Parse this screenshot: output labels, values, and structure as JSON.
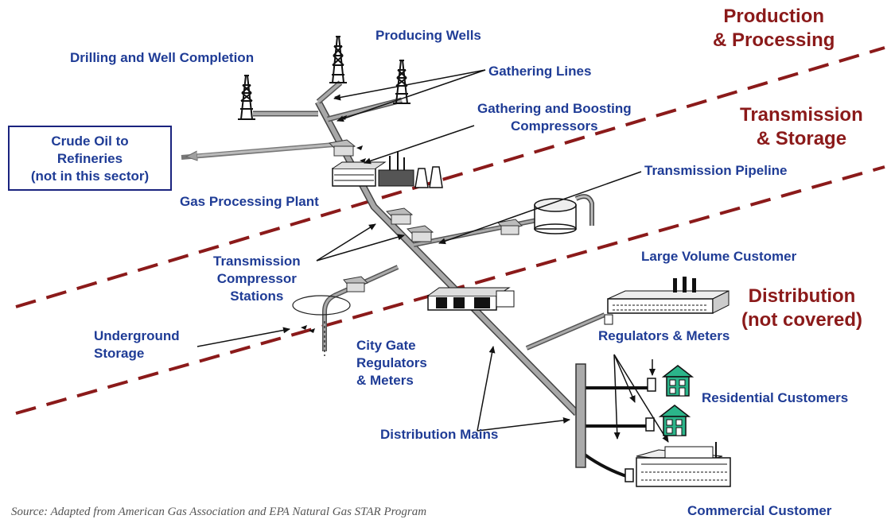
{
  "sectors": {
    "production": [
      "Production",
      "& Processing"
    ],
    "transmission": [
      "Transmission",
      "& Storage"
    ],
    "distribution": [
      "Distribution",
      "(not covered)"
    ]
  },
  "crude_box": [
    "Crude Oil to",
    "Refineries",
    "(not  in this sector)"
  ],
  "labels": {
    "producing_wells": "Producing Wells",
    "drilling": "Drilling and Well Completion",
    "gathering_lines": "Gathering Lines",
    "gathering_boosting": [
      "Gathering and Boosting",
      "Compressors"
    ],
    "transmission_pipeline": "Transmission Pipeline",
    "gas_processing_plant": "Gas Processing Plant",
    "transmission_compressor": [
      "Transmission",
      "Compressor",
      "Stations"
    ],
    "large_volume_customer": "Large Volume Customer",
    "underground_storage": [
      "Underground",
      "Storage"
    ],
    "city_gate": [
      "City Gate",
      "Regulators",
      "& Meters"
    ],
    "regulators_meters": "Regulators & Meters",
    "residential_customers": "Residential Customers",
    "distribution_mains": "Distribution Mains",
    "commercial_customer": "Commercial Customer"
  },
  "source": "Source:  Adapted from American Gas Association and EPA Natural Gas STAR Program",
  "colors": {
    "label_blue": "#1f3c96",
    "sector_red": "#8b1a1a",
    "pipe_gray": "#9a9a9a",
    "house_green": "#2bb58a"
  }
}
